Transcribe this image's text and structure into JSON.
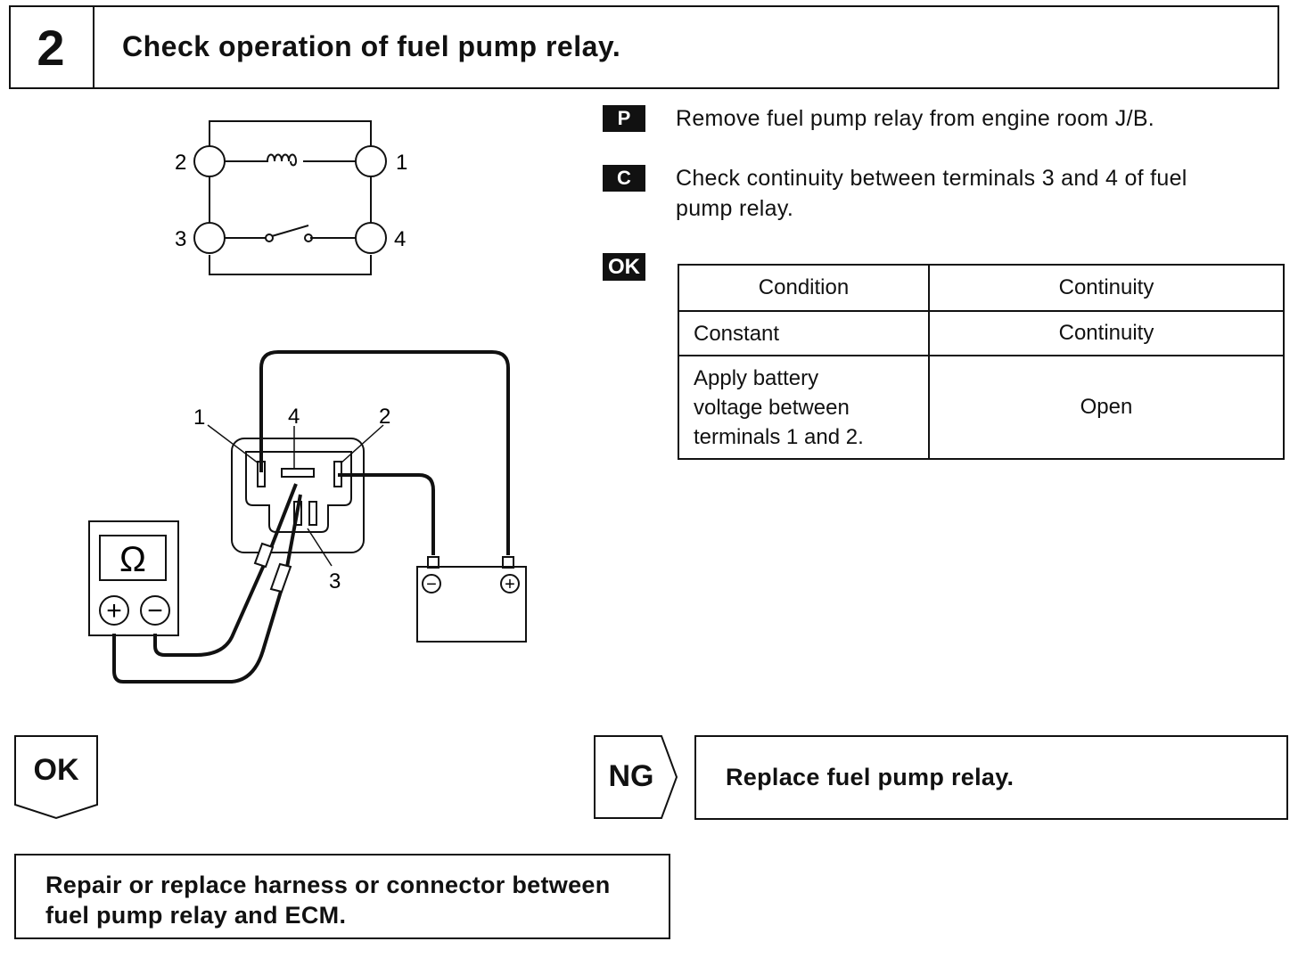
{
  "step": {
    "number": "2",
    "title": "Check operation of fuel pump relay."
  },
  "instructions": [
    {
      "badge": "P",
      "text": "Remove fuel pump relay from engine room J/B."
    },
    {
      "badge": "C",
      "text_line1": "Check continuity between terminals 3 and 4 of fuel",
      "text_line2": "pump relay."
    }
  ],
  "ok_badge": "OK",
  "table": {
    "headers": [
      "Condition",
      "Continuity"
    ],
    "rows": [
      {
        "condition": "Constant",
        "continuity": "Continuity"
      },
      {
        "condition_lines": [
          "Apply battery",
          "voltage between",
          "terminals 1 and 2."
        ],
        "continuity": "Open"
      }
    ]
  },
  "schematic": {
    "terminals": [
      "2",
      "1",
      "3",
      "4"
    ]
  },
  "test_diagram": {
    "terminal_labels": [
      "1",
      "4",
      "2",
      "3"
    ],
    "meter_symbol": "Ω",
    "meter_plus": "+",
    "meter_minus": "−",
    "battery_minus": "−",
    "battery_plus": "+"
  },
  "results": {
    "ok_label": "OK",
    "ng_label": "NG",
    "ng_action": "Replace fuel pump relay.",
    "ok_action_line1": "Repair or replace harness or connector between",
    "ok_action_line2": "fuel pump relay and ECM."
  }
}
